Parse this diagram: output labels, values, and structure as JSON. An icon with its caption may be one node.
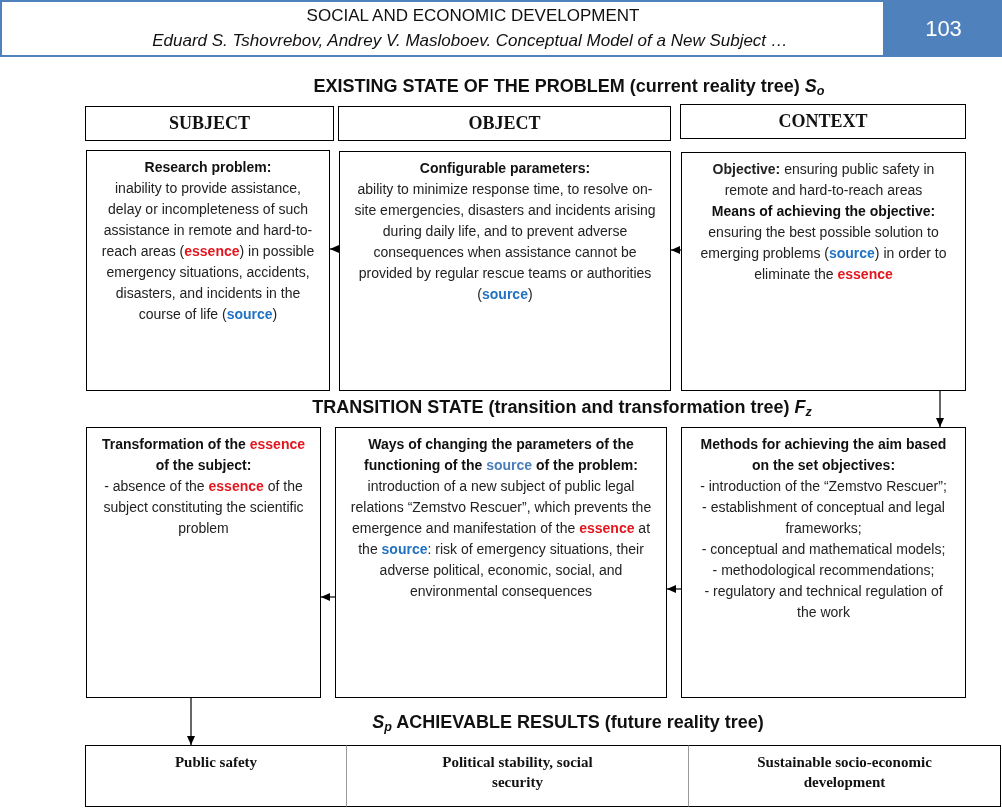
{
  "diagram": {
    "nodes": [
      {
        "text": [
          "SUBJECT"
        ]
      },
      {
        "text": [
          "OBJECT"
        ]
      },
      {
        "text": [
          "CONTEXT"
        ]
      },
      {
        "text": [
          "Research problem:",
          "inability to provide assistance, delay or incompleteness of such assistance in remote and hard-to-reach areas (**essence**) in possible emergency situations, accidents, disasters, and incidents in the course of life (**source**)"
        ]
      },
      {
        "text": [
          "Configurable parameters:",
          "ability to minimize response time, to resolve on-site emergencies, disasters and incidents arising during daily life, and to prevent adverse consequences when assistance cannot be provided by regular rescue teams or authorities (**source**)"
        ]
      },
      {
        "text": [
          "**Objective:** ensuring public safety in remote and hard-to-reach areas",
          "Means of achieving the objective:",
          "ensuring the best possible solution to emerging problems (**source**) in order to eliminate the **essence**"
        ]
      },
      {
        "text": [
          "Transformation of the **essence** of the subject:",
          "- absence of the **essence** of the subject constituting the scientific problem"
        ]
      },
      {
        "text": [
          "Ways of changing the parameters of the functioning of the **source** of the problem:",
          "introduction of a new subject of public legal relations “Zemstvo Rescuer”, which prevents the emergence and manifestation of the **essence** at the **source**: risk of emergency situations, their adverse political, economic, social, and environmental consequences"
        ]
      },
      {
        "text": [
          "Methods for achieving the aim based on the set objectives:",
          "- introduction of the “Zemstvo Rescuer”;",
          "- establishment of conceptual and legal frameworks;",
          "- conceptual and mathematical models;",
          "- methodological recommendations;",
          "- regulatory and technical regulation of the work"
        ]
      },
      {
        "text": [
          "Public safety"
        ]
      },
      {
        "text": [
          "Political stability, social security"
        ]
      },
      {
        "text": [
          "Sustainable socio-economic development"
        ]
      }
    ],
    "edges": [
      {
        "from": 4,
        "to": 3,
        "arrow": "to"
      },
      {
        "from": 5,
        "to": 4,
        "arrow": "to"
      },
      {
        "from": 5,
        "to": 8,
        "arrow": "to"
      },
      {
        "from": 8,
        "to": 7,
        "arrow": "to"
      },
      {
        "from": 7,
        "to": 6,
        "arrow": "to"
      },
      {
        "from": 6,
        "to": 9,
        "arrow": "to"
      }
    ],
    "labels": [
      "SOCIAL AND ECONOMIC DEVELOPMENT",
      "Eduard S. Tshovrebov, Andrey V. Masloboev. Conceptual Model of a New Subject …",
      "103",
      "EXISTING STATE OF THE PROBLEM (current reality tree) *S*$_{o}$",
      "TRANSITION STATE (transition and transformation tree) *F*$_{z}$",
      "*S*$_{p}$ ACHIEVABLE RESULTS (future reality tree)"
    ]
  }
}
